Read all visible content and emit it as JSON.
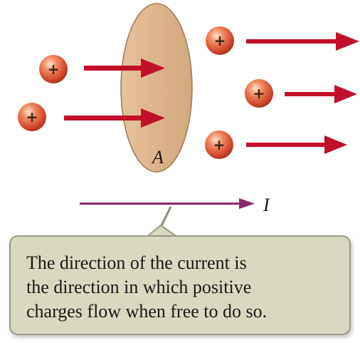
{
  "diagram": {
    "surface_label": "A",
    "current_label": "I",
    "charge_sign": "+",
    "charge_count": 5,
    "colors": {
      "surface_fill": "#dcb48a",
      "surface_stroke": "#9a7a5a",
      "charge_arrow": "#c2102a",
      "current_arrow": "#8a2a6e",
      "charge_ball": "#e0603c",
      "callout_fill": "#d9d9c1",
      "callout_border": "#9a9a86"
    }
  },
  "callout": {
    "lines": [
      "The direction of the current is",
      "the direction in which positive",
      "charges flow when free to do so."
    ]
  }
}
